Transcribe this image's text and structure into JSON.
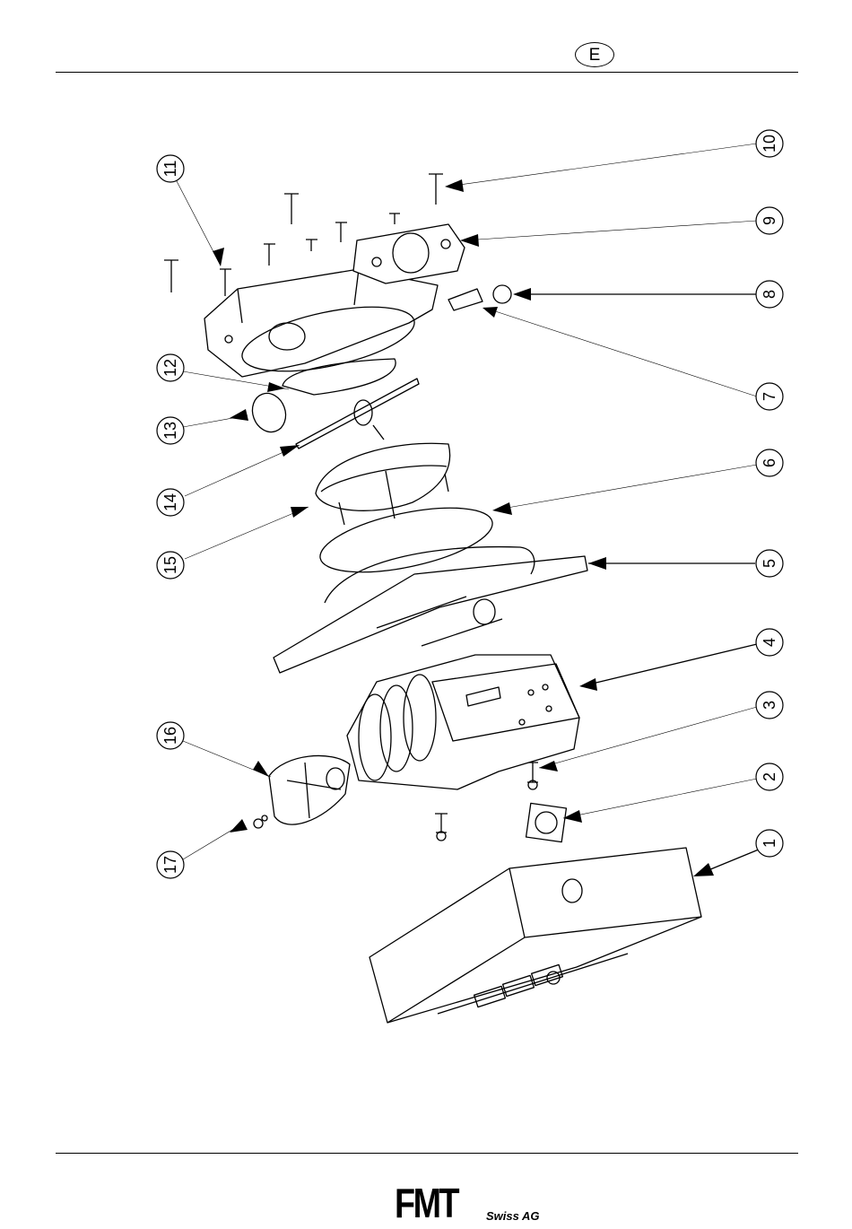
{
  "header": {
    "language_badge": "E"
  },
  "footer": {
    "logo_text": "FMT",
    "logo_sub": "Swiss AG"
  },
  "callouts": [
    "1",
    "2",
    "3",
    "4",
    "5",
    "6",
    "7",
    "8",
    "9",
    "10",
    "11",
    "12",
    "13",
    "14",
    "15",
    "16",
    "17"
  ]
}
